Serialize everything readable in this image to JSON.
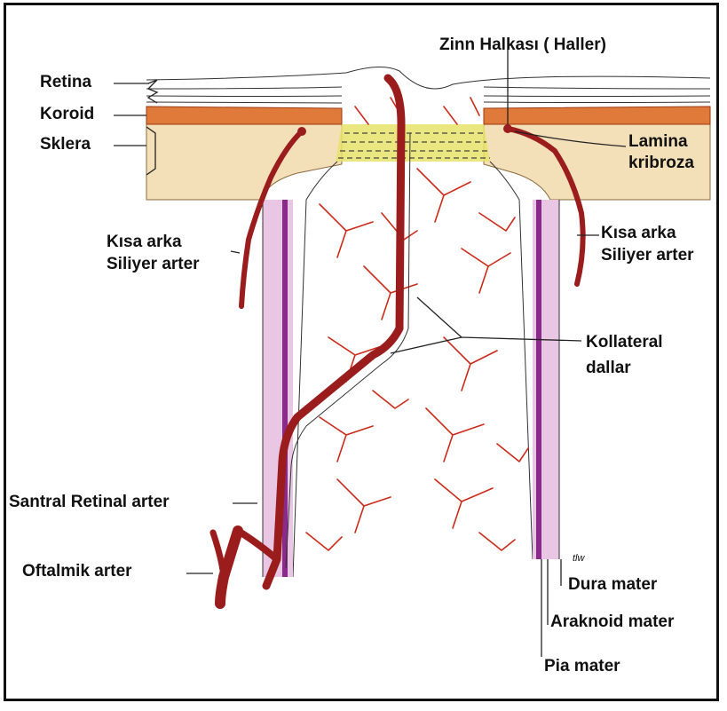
{
  "labels": {
    "retina": "Retina",
    "koroid": "Koroid",
    "sklera": "Sklera",
    "zinn": "Zinn Halkası ( Haller)",
    "lamina_1": "Lamina",
    "lamina_2": "kribroza",
    "kisa_left_1": "Kısa arka",
    "kisa_left_2": "Siliyer arter",
    "kisa_right_1": "Kısa arka",
    "kisa_right_2": "Siliyer arter",
    "kollateral_1": "Kollateral",
    "kollateral_2": "dallar",
    "santral": "Santral Retinal arter",
    "oftalmik": "Oftalmik arter",
    "dura": "Dura mater",
    "araknoid": "Araknoid mater",
    "pia": "Pia mater",
    "signature": "tlw"
  },
  "colors": {
    "artery": "#9b1c1c",
    "capillary": "#cc2a1a",
    "sclera": "#f3dfb8",
    "choroid": "#e07a3a",
    "lamina": "#e6e36a",
    "sheath": "#e9c6e4",
    "pia": "#8a2a8a"
  }
}
